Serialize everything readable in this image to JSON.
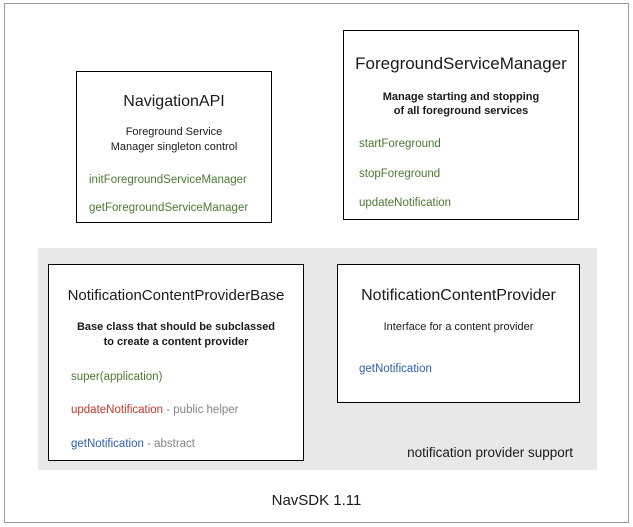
{
  "diagram": {
    "footer": "NavSDK 1.11",
    "group_panel": {
      "caption": "notification provider support"
    },
    "boxes": [
      {
        "id": "navigation-api",
        "title": "NavigationAPI",
        "description_lines": [
          "Foreground Service",
          "Manager singleton control"
        ],
        "members": [
          {
            "name": "initForegroundServiceManager",
            "note": "",
            "color": "green"
          },
          {
            "name": "getForegroundServiceManager",
            "note": "",
            "color": "green"
          }
        ]
      },
      {
        "id": "foreground-service-manager",
        "title": "ForegroundServiceManager",
        "description_lines": [
          "Manage starting and stopping",
          "of all foreground services"
        ],
        "members": [
          {
            "name": "startForeground",
            "note": "",
            "color": "green"
          },
          {
            "name": "stopForeground",
            "note": "",
            "color": "green"
          },
          {
            "name": "updateNotification",
            "note": "",
            "color": "green"
          }
        ]
      },
      {
        "id": "notification-content-provider-base",
        "title": "NotificationContentProviderBase",
        "description_lines": [
          "Base class that should be subclassed",
          "to create a content provider"
        ],
        "members": [
          {
            "name": "super(application)",
            "note": "",
            "color": "green"
          },
          {
            "name": "updateNotification",
            "note": " - public helper",
            "color": "red"
          },
          {
            "name": "getNotification",
            "note": " - abstract",
            "color": "blue"
          }
        ]
      },
      {
        "id": "notification-content-provider",
        "title": "NotificationContentProvider",
        "description_lines": [
          "Interface for a content provider"
        ],
        "members": [
          {
            "name": "getNotification",
            "note": "",
            "color": "blue"
          }
        ]
      }
    ]
  },
  "colors": {
    "green": "#4a7a32",
    "red": "#c0392b",
    "blue": "#2f5fa8",
    "note_gray": "#858585",
    "panel_gray": "#e8e8e8",
    "border_black": "#000000"
  }
}
